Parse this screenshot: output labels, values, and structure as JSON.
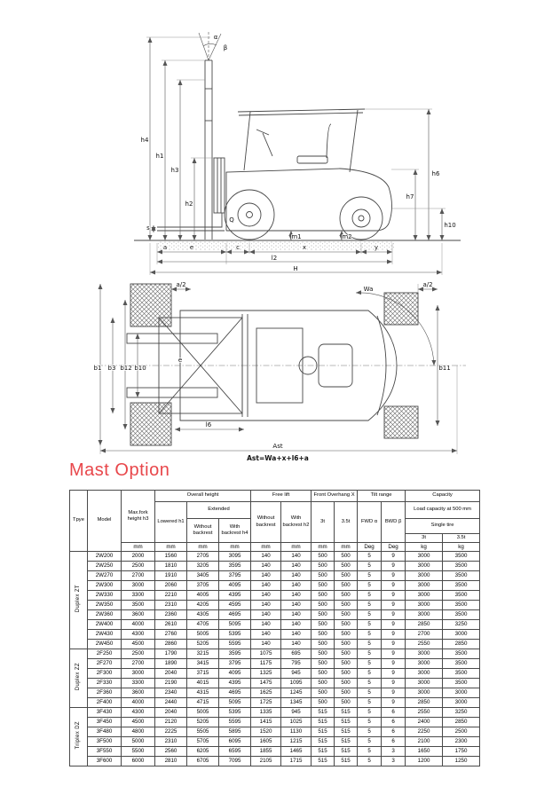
{
  "page": {
    "heading": "Mast Option",
    "heading_color": "#e8474b"
  },
  "side": {
    "labels": {
      "alpha": "α",
      "beta": "β",
      "h4": "h4",
      "h1": "h1",
      "h3": "h3",
      "h2": "h2",
      "h6": "h6",
      "h7": "h7",
      "h10": "h10",
      "q": "Q",
      "s": "s",
      "m1": "m1",
      "m2": "m2",
      "e": "e",
      "c": "c",
      "x": "x",
      "y": "y",
      "l2": "l2",
      "H": "H",
      "a": "a"
    }
  },
  "top": {
    "labels": {
      "a2_left": "a/2",
      "a2_right": "a/2",
      "wa": "Wa",
      "b1": "b1",
      "b3": "b3",
      "b12": "b12",
      "b10": "b10",
      "b11": "b11",
      "l6": "l6",
      "e": "e",
      "ast": "Ast",
      "formula": "Ast=Wa+x+l6+a"
    }
  },
  "table": {
    "headers": {
      "type": "Tpye",
      "model": "Model",
      "max_fork": "Max.fork height h3",
      "overall_height": "Overall height",
      "lowered": "Lowered h1",
      "extended": "Extended",
      "ext_without": "Without backrest",
      "ext_with": "With backrest h4",
      "free_lift": "Free lift",
      "fl_without": "Without backrest",
      "fl_with": "With backrest h2",
      "front_overhang": "Front Overhang X",
      "oh_3t": "3t",
      "oh_35t": "3.5t",
      "tilt_range": "Tilt range",
      "fwd": "FWD α",
      "bwd": "BWD β",
      "capacity": "Capacity",
      "load_capacity": "Load capacity at 500 mm",
      "single_tire": "Single tire",
      "cap_3t": "3t",
      "cap_35t": "3.5t"
    },
    "units": [
      "mm",
      "mm",
      "mm",
      "mm",
      "mm",
      "mm",
      "mm",
      "mm",
      "Deg",
      "Deg",
      "kg",
      "kg"
    ],
    "groups": [
      {
        "type": "Duplex ZT",
        "rows": [
          [
            "2W200",
            "2000",
            "1560",
            "2705",
            "3095",
            "140",
            "140",
            "500",
            "500",
            "5",
            "9",
            "3000",
            "3500"
          ],
          [
            "2W250",
            "2500",
            "1810",
            "3205",
            "3595",
            "140",
            "140",
            "500",
            "500",
            "5",
            "9",
            "3000",
            "3500"
          ],
          [
            "2W270",
            "2700",
            "1910",
            "3405",
            "3795",
            "140",
            "140",
            "500",
            "500",
            "5",
            "9",
            "3000",
            "3500"
          ],
          [
            "2W300",
            "3000",
            "2060",
            "3705",
            "4095",
            "140",
            "140",
            "500",
            "500",
            "5",
            "9",
            "3000",
            "3500"
          ],
          [
            "2W330",
            "3300",
            "2210",
            "4005",
            "4395",
            "140",
            "140",
            "500",
            "500",
            "5",
            "9",
            "3000",
            "3500"
          ],
          [
            "2W350",
            "3500",
            "2310",
            "4205",
            "4595",
            "140",
            "140",
            "500",
            "500",
            "5",
            "9",
            "3000",
            "3500"
          ],
          [
            "2W360",
            "3600",
            "2360",
            "4305",
            "4695",
            "140",
            "140",
            "500",
            "500",
            "5",
            "9",
            "3000",
            "3500"
          ],
          [
            "2W400",
            "4000",
            "2610",
            "4705",
            "5095",
            "140",
            "140",
            "500",
            "500",
            "5",
            "9",
            "2850",
            "3250"
          ],
          [
            "2W430",
            "4300",
            "2760",
            "5005",
            "5395",
            "140",
            "140",
            "500",
            "500",
            "5",
            "9",
            "2700",
            "3000"
          ],
          [
            "2W450",
            "4500",
            "2860",
            "5205",
            "5595",
            "140",
            "140",
            "500",
            "500",
            "5",
            "9",
            "2550",
            "2850"
          ]
        ]
      },
      {
        "type": "Duplex ZZ",
        "rows": [
          [
            "2F250",
            "2500",
            "1790",
            "3215",
            "3595",
            "1075",
            "695",
            "500",
            "500",
            "5",
            "9",
            "3000",
            "3500"
          ],
          [
            "2F270",
            "2700",
            "1890",
            "3415",
            "3795",
            "1175",
            "795",
            "500",
            "500",
            "5",
            "9",
            "3000",
            "3500"
          ],
          [
            "2F300",
            "3000",
            "2040",
            "3715",
            "4095",
            "1325",
            "945",
            "500",
            "500",
            "5",
            "9",
            "3000",
            "3500"
          ],
          [
            "2F330",
            "3300",
            "2190",
            "4015",
            "4395",
            "1475",
            "1095",
            "500",
            "500",
            "5",
            "9",
            "3000",
            "3500"
          ],
          [
            "2F360",
            "3600",
            "2340",
            "4315",
            "4695",
            "1625",
            "1245",
            "500",
            "500",
            "5",
            "9",
            "3000",
            "3000"
          ],
          [
            "2F400",
            "4000",
            "2440",
            "4715",
            "5095",
            "1725",
            "1345",
            "500",
            "500",
            "5",
            "9",
            "2850",
            "3000"
          ]
        ]
      },
      {
        "type": "Triplex DZ",
        "rows": [
          [
            "3F430",
            "4300",
            "2040",
            "5005",
            "5395",
            "1335",
            "945",
            "515",
            "515",
            "5",
            "6",
            "2550",
            "3250"
          ],
          [
            "3F450",
            "4500",
            "2120",
            "5205",
            "5595",
            "1415",
            "1025",
            "515",
            "515",
            "5",
            "6",
            "2400",
            "2850"
          ],
          [
            "3F480",
            "4800",
            "2225",
            "5505",
            "5895",
            "1520",
            "1130",
            "515",
            "515",
            "5",
            "6",
            "2250",
            "2500"
          ],
          [
            "3F500",
            "5000",
            "2310",
            "5705",
            "6095",
            "1605",
            "1215",
            "515",
            "515",
            "5",
            "6",
            "2100",
            "2300"
          ],
          [
            "3F550",
            "5500",
            "2560",
            "6205",
            "6595",
            "1855",
            "1465",
            "515",
            "515",
            "5",
            "3",
            "1650",
            "1750"
          ],
          [
            "3F600",
            "6000",
            "2810",
            "6705",
            "7095",
            "2105",
            "1715",
            "515",
            "515",
            "5",
            "3",
            "1200",
            "1250"
          ]
        ]
      }
    ]
  }
}
